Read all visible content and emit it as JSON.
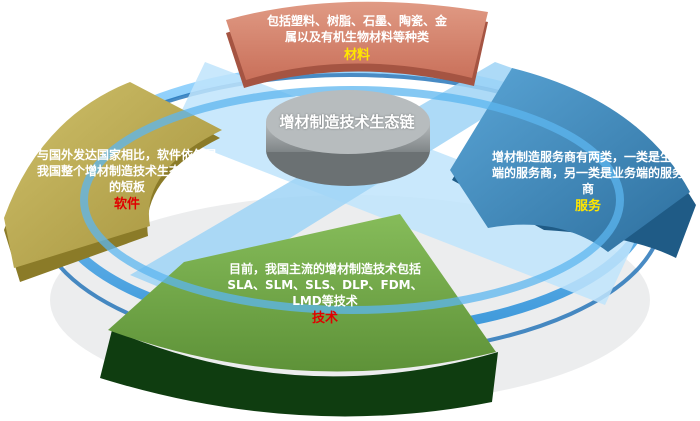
{
  "center": {
    "title": "增材制造技术生态链"
  },
  "segments": {
    "materials": {
      "title": "材料",
      "desc": "包括塑料、树脂、石墨、陶瓷、金属以及有机生物材料等种类",
      "color": "#d8856e"
    },
    "services": {
      "title": "服务",
      "desc": "增材制造服务商有两类，一类是生产端的服务商，另一类是业务端的服务商",
      "color": "#3a85b8"
    },
    "software": {
      "title": "软件",
      "desc": "与国外发达国家相比，软件依然是我国整个增材制造技术生态链发展的短板",
      "color": "#c3b24e"
    },
    "technology": {
      "title": "技术",
      "desc": "目前，我国主流的增材制造技术包括SLA、SLM、SLS、DLP、FDM、LMD等技术",
      "color": "#74ad48"
    }
  },
  "ring_color": "#48a8e6"
}
